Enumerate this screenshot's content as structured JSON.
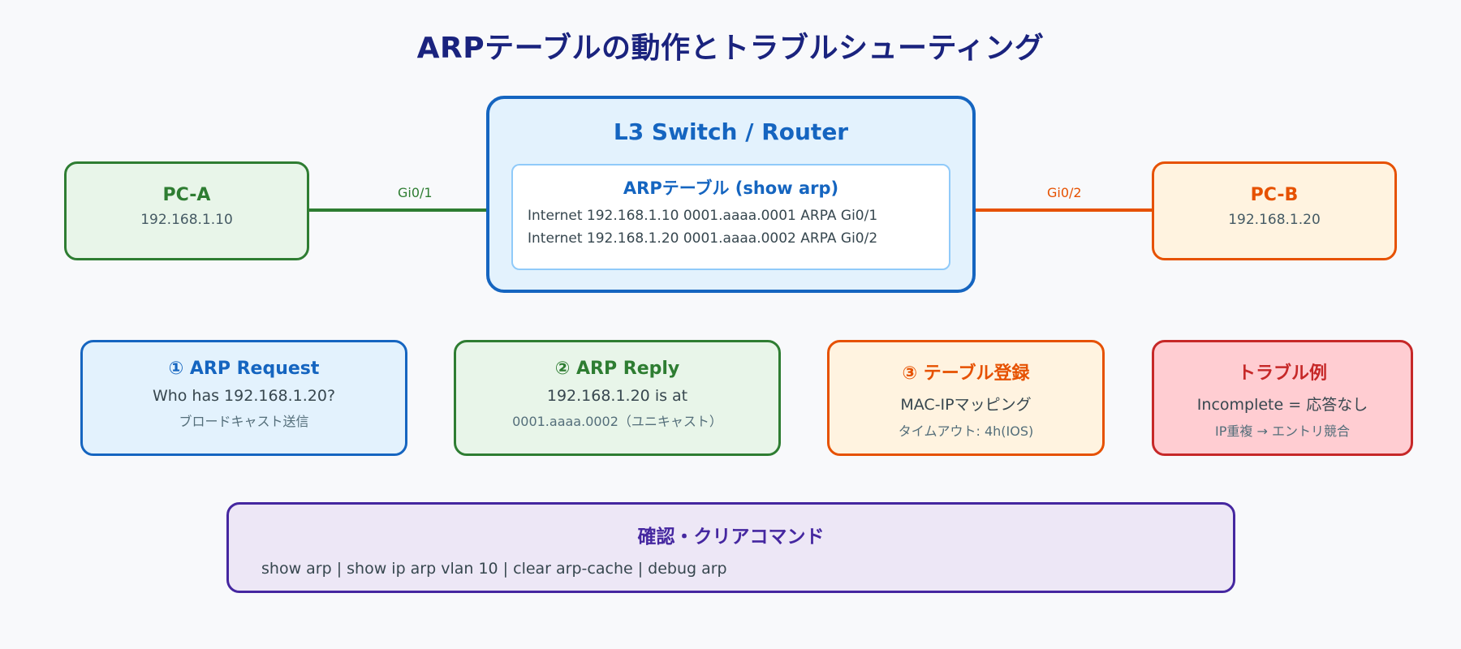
{
  "title": "ARPテーブルの動作とトラブルシューティング",
  "pc_a": {
    "name": "PC-A",
    "ip": "192.168.1.10",
    "port": "Gi0/1"
  },
  "pc_b": {
    "name": "PC-B",
    "ip": "192.168.1.20",
    "port": "Gi0/2"
  },
  "router": {
    "title": "L3 Switch / Router",
    "table_title": "ARPテーブル (show arp)",
    "rows": [
      "Internet 192.168.1.10 0001.aaaa.0001 ARPA Gi0/1",
      "Internet 192.168.1.20 0001.aaaa.0002 ARPA Gi0/2"
    ]
  },
  "steps": [
    {
      "title": "① ARP Request",
      "line1": "Who has 192.168.1.20?",
      "line2": "ブロードキャスト送信"
    },
    {
      "title": "② ARP Reply",
      "line1": "192.168.1.20 is at",
      "line2": "0001.aaaa.0002（ユニキャスト）"
    },
    {
      "title": "③ テーブル登録",
      "line1": "MAC-IPマッピング",
      "line2": "タイムアウト: 4h(IOS)"
    },
    {
      "title": "トラブル例",
      "line1": "Incomplete = 応答なし",
      "line2": "IP重複 → エントリ競合"
    }
  ],
  "commands": {
    "title": "確認・クリアコマンド",
    "line": "show arp | show ip arp vlan 10 | clear arp-cache | debug arp"
  },
  "colors": {
    "title": "#1a237e",
    "blue": "#1565c0",
    "green": "#2e7d32",
    "orange": "#e65100",
    "red": "#c62828",
    "purple": "#4527a0"
  }
}
